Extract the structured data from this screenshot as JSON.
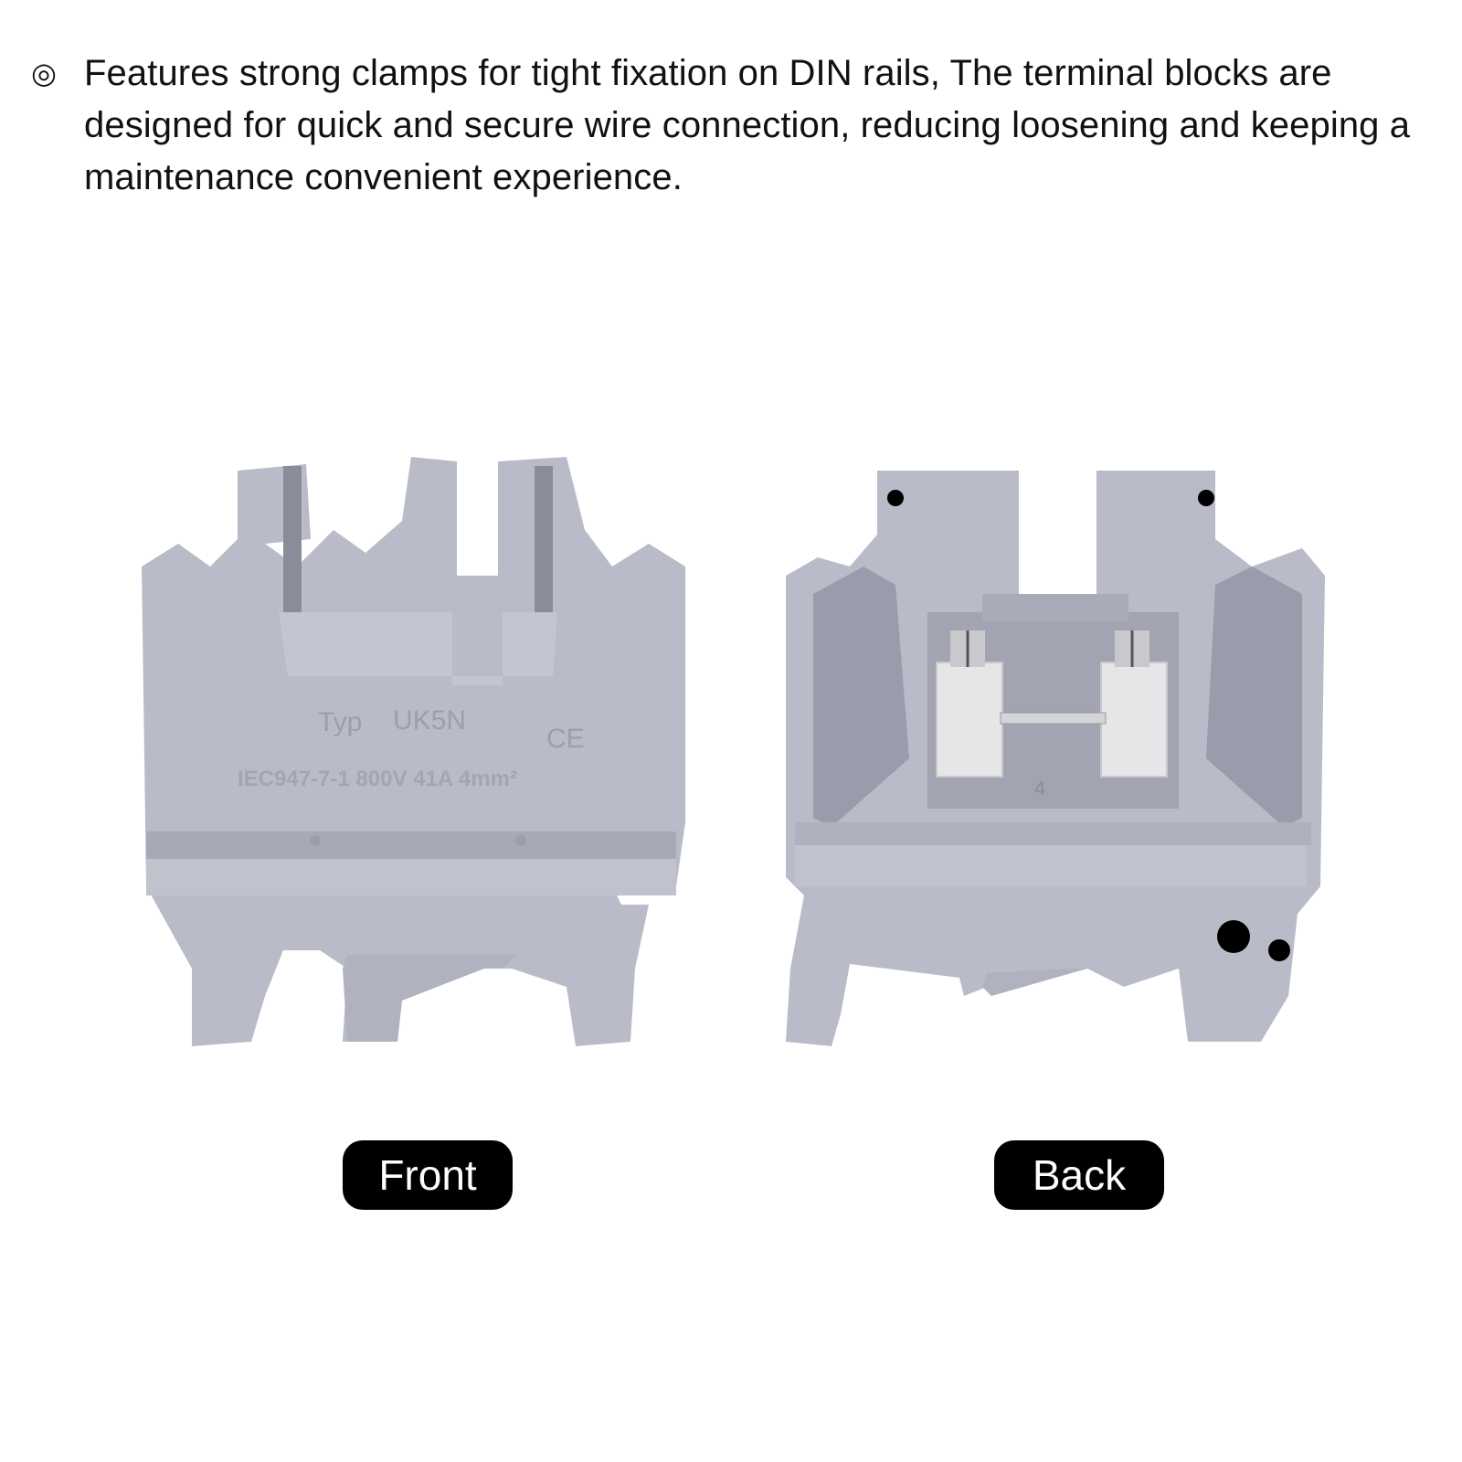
{
  "feature": {
    "bullet": "◎",
    "text": "Features strong clamps for tight fixation on DIN rails, The terminal blocks are designed for quick and secure wire connection, reducing loosening and keeping a maintenance convenient experience."
  },
  "front": {
    "label": "Front",
    "marking_line1_typ": "Typ",
    "marking_line1_model": "UK5N",
    "marking_ce": "CE",
    "marking_line2": "IEC947-7-1  800V  41A  4mm²"
  },
  "back": {
    "label": "Back",
    "marking_number": "4"
  },
  "colors": {
    "housing": "#b9bbc8",
    "housing_shadow": "#9c9eac",
    "housing_dark": "#8a8c9a",
    "metal": "#e6e6e8",
    "label_bg": "#000000",
    "label_text": "#ffffff"
  }
}
